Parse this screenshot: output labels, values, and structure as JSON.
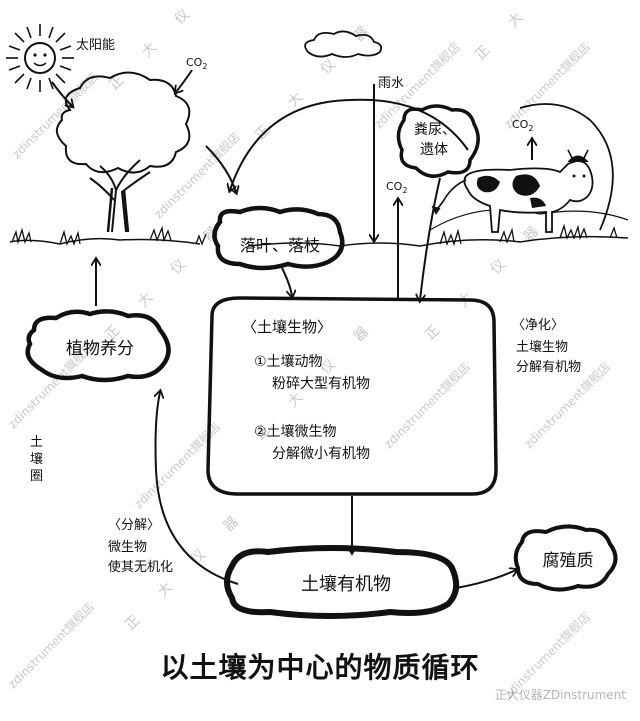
{
  "title": "以土壤为中心的物质循环",
  "labels": {
    "sun": "太阳能",
    "rain": "雨水",
    "manure_line1": "粪尿、",
    "manure_line2": "遗体",
    "co2_main": "CO",
    "co2_sub": "2",
    "litter": "落叶、落枝",
    "plant_nutrient": "植物养分",
    "soil_circle": "土\n壤\n圈",
    "purify_title": "〈净化〉",
    "purify_line1": "土壤生物",
    "purify_line2": "分解有机物",
    "decompose_title": "〈分解〉",
    "decompose_line1": "微生物",
    "decompose_line2": "使其无机化",
    "soil_org_title": "〈土壤生物〉",
    "animal_line1": "①土壤动物",
    "animal_line2": "粉碎大型有机物",
    "micro_line1": "②土壤微生物",
    "micro_line2": "分解微小有机物",
    "soil_organic": "土壤有机物",
    "humus": "腐殖质"
  },
  "watermark": {
    "chars": "正 大 仪 器",
    "store": "zdinstrument旗舰店",
    "footer": "正大仪器ZDinstrument"
  }
}
